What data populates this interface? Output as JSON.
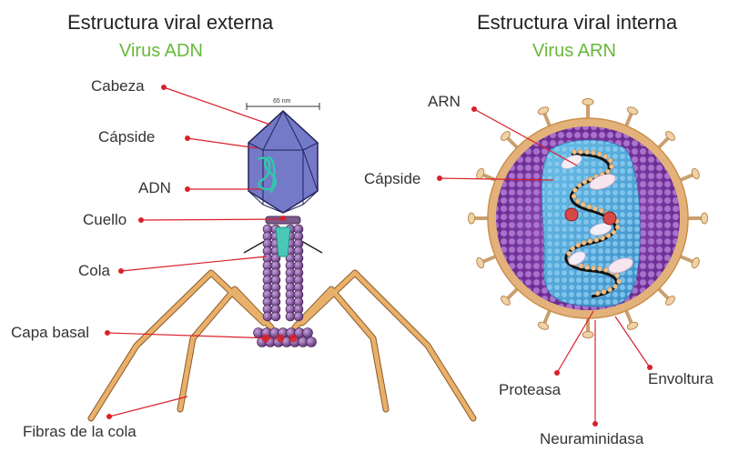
{
  "left": {
    "title": "Estructura viral externa",
    "subtitle": "Virus ADN",
    "scale_label": "65 nm",
    "labels": {
      "cabeza": "Cabeza",
      "capside": "Cápside",
      "adn": "ADN",
      "cuello": "Cuello",
      "cola": "Cola",
      "capa_basal": "Capa basal",
      "fibras": "Fibras de la cola"
    }
  },
  "right": {
    "title": "Estructura viral interna",
    "subtitle": "Virus ARN",
    "labels": {
      "arn": "ARN",
      "capside": "Cápside",
      "proteasa": "Proteasa",
      "envoltura": "Envoltura",
      "neuraminidasa": "Neuraminidasa"
    }
  },
  "colors": {
    "title_green": "#67b83a",
    "leader_red": "#d9212a",
    "capsid_blue": "#6f73c4",
    "tail_purple": "#6a4a78",
    "fiber_orange": "#d99a4e",
    "envelope_tan": "#e3b27a",
    "virion_purple": "#7a3aa0",
    "core_blue": "#4fa8d8"
  }
}
